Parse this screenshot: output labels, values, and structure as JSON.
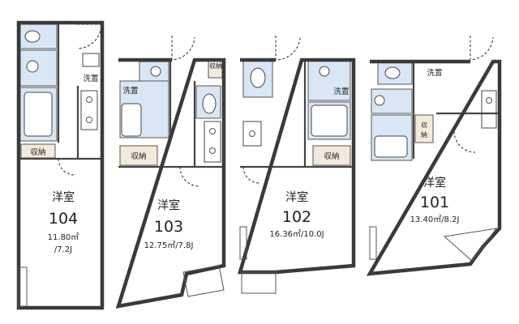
{
  "units": {
    "u104": {
      "room_label": "洋室",
      "number": "104",
      "area_m2": "11.80㎡",
      "area_j": "/7.2J",
      "laundry": "洗置",
      "storage": "収納"
    },
    "u103": {
      "room_label": "洋室",
      "number": "103",
      "area": "12.75㎡/7.8J",
      "laundry": "洗置",
      "storage": "収納",
      "storage_v": "収納"
    },
    "u102": {
      "room_label": "洋室",
      "number": "102",
      "area": "16.36㎡/10.0J",
      "laundry": "洗置",
      "storage": "収納"
    },
    "u101": {
      "room_label": "洋室",
      "number": "101",
      "area": "13.40㎡/8.2J",
      "laundry": "洗置",
      "storage": "収納"
    }
  },
  "colors": {
    "wall": "#3a3a3a",
    "wet_area": "#d8e6f5",
    "storage": "#f3eadb"
  }
}
